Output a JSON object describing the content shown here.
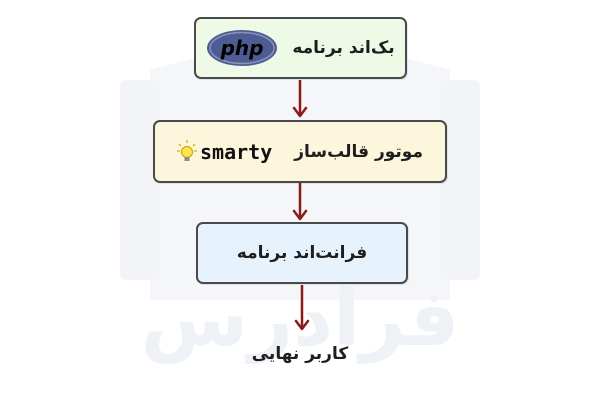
{
  "diagram": {
    "nodes": [
      {
        "label": "بک‌اند برنامه",
        "logo": "php",
        "logo_text": "php",
        "fill": "#eef9e6"
      },
      {
        "label": "موتور قالب‌ساز",
        "logo": "smarty",
        "logo_text": "smarty",
        "fill": "#fcf7dc"
      },
      {
        "label": "فرانت‌اند برنامه",
        "fill": "#e6f3fc"
      }
    ],
    "end_label": "کاربر نهایی",
    "edges": [
      {
        "from": "بک‌اند برنامه",
        "to": "موتور قالب‌ساز"
      },
      {
        "from": "موتور قالب‌ساز",
        "to": "فرانت‌اند برنامه"
      },
      {
        "from": "فرانت‌اند برنامه",
        "to": "کاربر نهایی"
      }
    ],
    "arrow_color": "#8b1a1a",
    "watermark_text": "فرادرس"
  }
}
